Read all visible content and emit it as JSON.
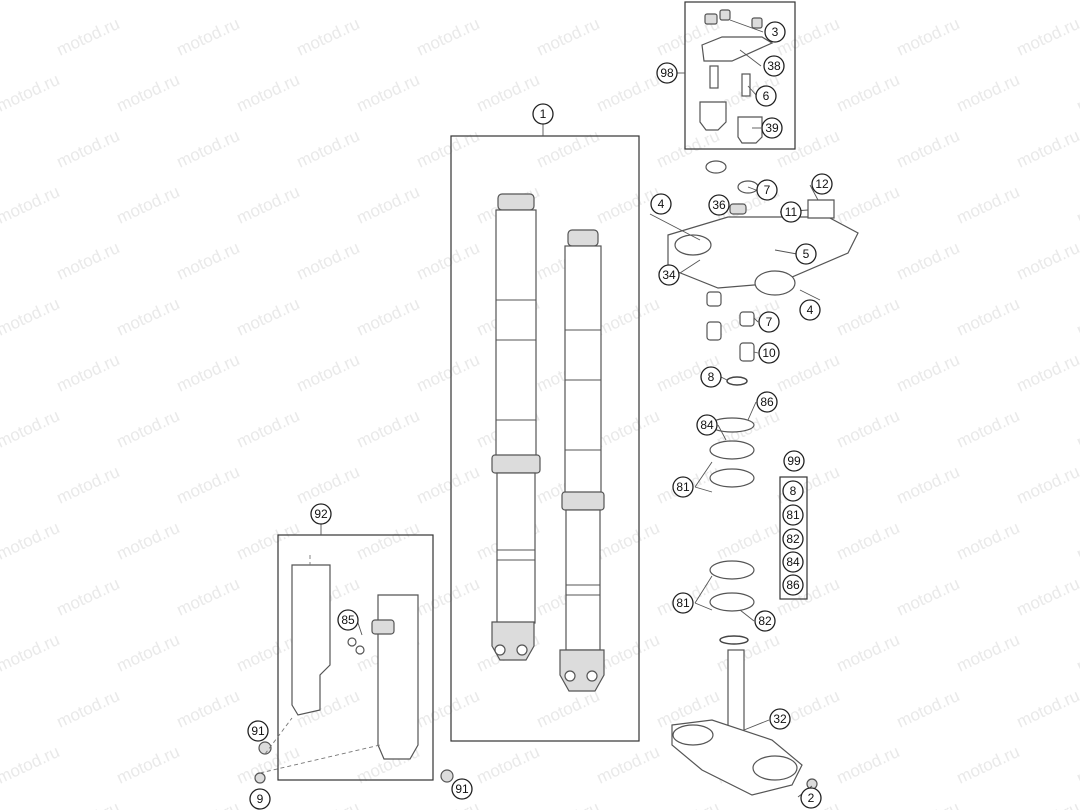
{
  "watermark": "motod.ru",
  "callouts": [
    {
      "id": "c1",
      "label": "1"
    },
    {
      "id": "c2",
      "label": "2"
    },
    {
      "id": "c3",
      "label": "3"
    },
    {
      "id": "c4a",
      "label": "4"
    },
    {
      "id": "c4b",
      "label": "4"
    },
    {
      "id": "c5",
      "label": "5"
    },
    {
      "id": "c6",
      "label": "6"
    },
    {
      "id": "c7a",
      "label": "7"
    },
    {
      "id": "c7b",
      "label": "7"
    },
    {
      "id": "c8",
      "label": "8"
    },
    {
      "id": "c9",
      "label": "9"
    },
    {
      "id": "c10",
      "label": "10"
    },
    {
      "id": "c11",
      "label": "11"
    },
    {
      "id": "c12",
      "label": "12"
    },
    {
      "id": "c32",
      "label": "32"
    },
    {
      "id": "c34",
      "label": "34"
    },
    {
      "id": "c36",
      "label": "36"
    },
    {
      "id": "c38",
      "label": "38"
    },
    {
      "id": "c39",
      "label": "39"
    },
    {
      "id": "c81a",
      "label": "81"
    },
    {
      "id": "c81b",
      "label": "81"
    },
    {
      "id": "c82",
      "label": "82"
    },
    {
      "id": "c84",
      "label": "84"
    },
    {
      "id": "c85",
      "label": "85"
    },
    {
      "id": "c86",
      "label": "86"
    },
    {
      "id": "c91a",
      "label": "91"
    },
    {
      "id": "c91b",
      "label": "91"
    },
    {
      "id": "c92",
      "label": "92"
    },
    {
      "id": "c98",
      "label": "98"
    },
    {
      "id": "c99",
      "label": "99"
    }
  ],
  "kit_99": [
    "8",
    "81",
    "82",
    "84",
    "86"
  ]
}
